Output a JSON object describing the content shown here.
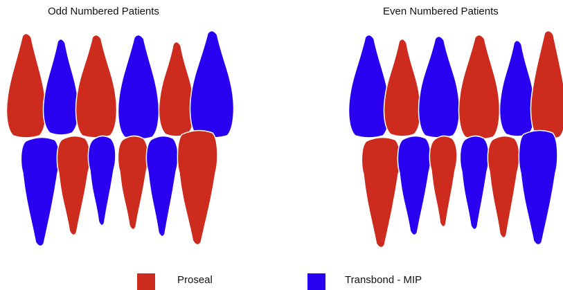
{
  "colors": {
    "proseal": "#cc2b1d",
    "transbond": "#2a00f0"
  },
  "panels": [
    {
      "title": "Odd Numbered Patients",
      "upper": [
        "proseal",
        "transbond",
        "proseal",
        "transbond",
        "proseal",
        "transbond"
      ],
      "lower": [
        "transbond",
        "proseal",
        "transbond",
        "proseal",
        "transbond",
        "proseal"
      ]
    },
    {
      "title": "Even Numbered Patients",
      "upper": [
        "transbond",
        "proseal",
        "transbond",
        "proseal",
        "transbond",
        "proseal"
      ],
      "lower": [
        "proseal",
        "transbond",
        "proseal",
        "transbond",
        "proseal",
        "transbond"
      ]
    }
  ],
  "legend": {
    "proseal_label": "Proseal",
    "transbond_label": "Transbond - MIP"
  }
}
